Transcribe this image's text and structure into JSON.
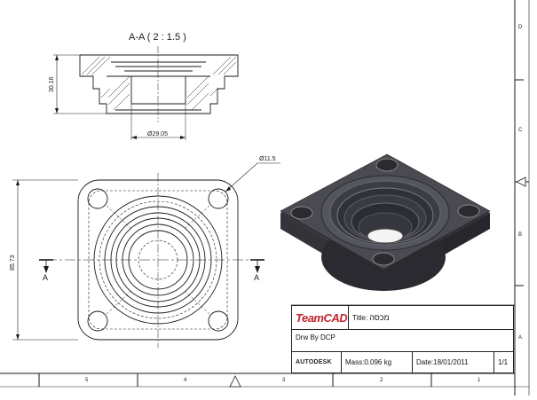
{
  "section_view": {
    "title": "A-A ( 2 : 1.5 )",
    "height_dim": "30.16",
    "bore_dim": "Ø29.05"
  },
  "front_view": {
    "hole_dim": "Ø11.5",
    "height_dim": "85.73",
    "section_label_left": "A",
    "section_label_right": "A"
  },
  "border": {
    "zone_letters": [
      "D",
      "C",
      "B",
      "A"
    ],
    "zone_numbers": [
      "5",
      "4",
      "3",
      "2",
      "1"
    ]
  },
  "title_block": {
    "logo_text_team": "Team",
    "logo_text_cad": "CAD",
    "title_label": "Title:",
    "title_value": "מכסה",
    "drawn_by": "Drw By DCP",
    "autodesk": "AUTODESK",
    "mass": "Mass:0.096 kg",
    "date": "Date:18/01/2011",
    "sheet": "1/1"
  },
  "colors": {
    "line": "#1a1a1a",
    "render_dark": "#3a3a42",
    "render_mid": "#5a5a63",
    "logo_red": "#c0262d"
  }
}
